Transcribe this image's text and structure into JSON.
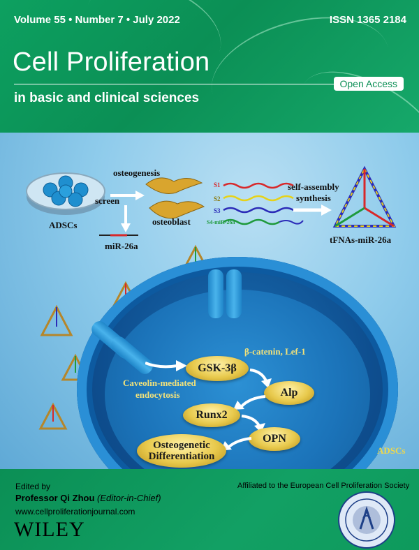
{
  "header": {
    "issue_line": "Volume 55 • Number 7 • July 2022",
    "issn": "ISSN 1365 2184",
    "journal_title": "Cell Proliferation",
    "open_access": "Open Access",
    "subtitle": "in basic and clinical sciences"
  },
  "figure": {
    "adscs_top": "ADSCs",
    "osteogenesis": "osteogenesis",
    "screen": "screen",
    "osteoblast": "osteoblast",
    "mir": "miR-26a",
    "strands": [
      "S1",
      "S2",
      "S3",
      "S4-miR-26a"
    ],
    "self_assembly": "self-assembly",
    "synthesis": "synthesis",
    "tfnas": "tFNAs-miR-26a",
    "beta_catenin": "β-catenin, Lef-1",
    "caveolin": "Caveolin-mediated",
    "endocytosis": "endocytosis",
    "gsk": "GSK-3β",
    "alp": "Alp",
    "runx2": "Runx2",
    "opn": "OPN",
    "osteo_diff_1": "Osteogenetic",
    "osteo_diff_2": "Differentiation",
    "adscs_cell": "ADSCs",
    "colors": {
      "s1": "#d8282a",
      "s2": "#e6d21a",
      "s3": "#2b2bb8",
      "s4": "#1f9a3c"
    }
  },
  "footer": {
    "edited_by": "Edited by",
    "editor_name": "Professor Qi Zhou",
    "editor_role": "(Editor-in-Chief)",
    "url": "www.cellproliferationjournal.com",
    "publisher": "WILEY",
    "affiliation": "Affiliated to the European Cell Proliferation Society"
  }
}
